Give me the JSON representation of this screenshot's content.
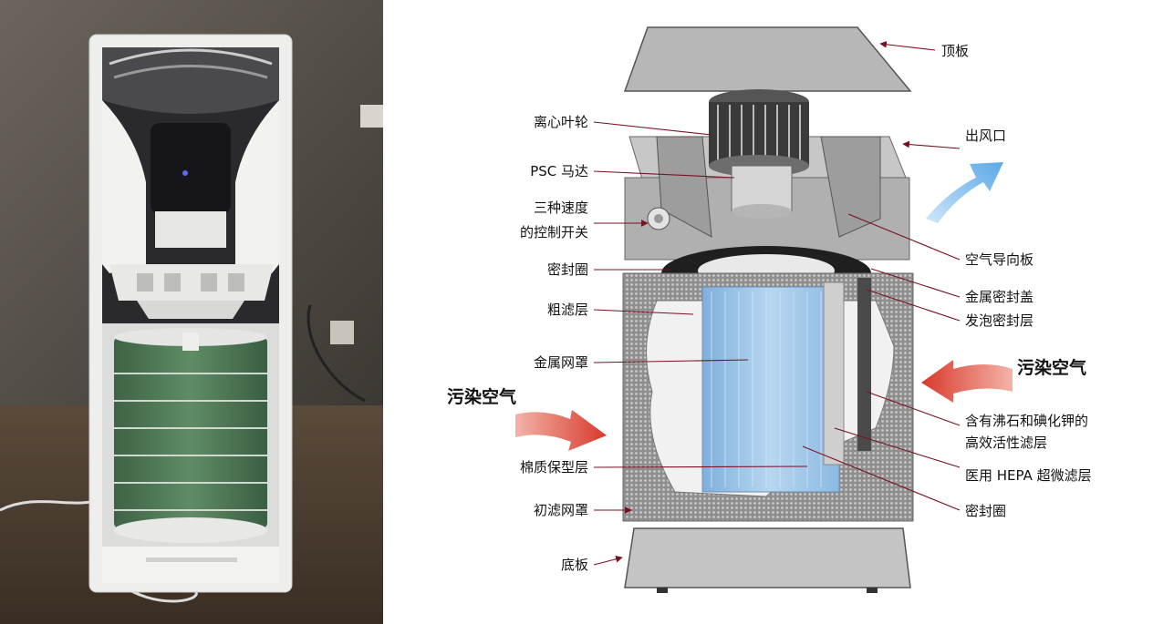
{
  "labels": {
    "top_panel": "顶板",
    "impeller": "离心叶轮",
    "motor": "PSC 马达",
    "switch_line1": "三种速度",
    "switch_line2": "的控制开关",
    "seal_ring_top": "密封圈",
    "coarse_filter": "粗滤层",
    "metal_mesh": "金属网罩",
    "cotton_layer": "棉质保型层",
    "pre_filter_mesh": "初滤网罩",
    "base_plate": "底板",
    "air_outlet": "出风口",
    "air_guide": "空气导向板",
    "metal_cover": "金属密封盖",
    "foam_layer": "发泡密封层",
    "zeolite_line1": "含有沸石和碘化钾的",
    "zeolite_line2": "高效活性滤层",
    "hepa": "医用 HEPA 超微滤层",
    "seal_ring_bottom": "密封圈",
    "polluted_air_left": "污染空气",
    "polluted_air_right": "污染空气"
  },
  "colors": {
    "arrow_red": "#d8392c",
    "arrow_blue": "#7cc0ee",
    "leader_line": "#7a1020",
    "hepa_blue": "#9fc8ea",
    "housing_gray": "#a9a9a9",
    "photo_wall": "#5a5650",
    "photo_filter_green": "#4e7a55"
  }
}
